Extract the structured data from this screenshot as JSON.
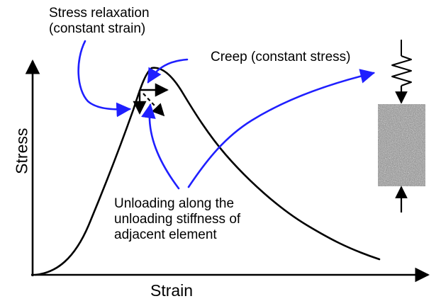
{
  "diagram": {
    "x_axis_label": "Strain",
    "y_axis_label": "Stress",
    "labels": {
      "stress_relaxation": [
        "Stress relaxation",
        "(constant strain)"
      ],
      "creep": "Creep (constant stress)",
      "unloading": [
        "Unloading along the",
        "unloading stiffness of",
        "adjacent element"
      ]
    },
    "colors": {
      "ink": "#000000",
      "annotation_arrows": "#1f1fff",
      "specimen_dark": "#4a4a4a",
      "specimen_light": "#d8d8d8"
    }
  }
}
